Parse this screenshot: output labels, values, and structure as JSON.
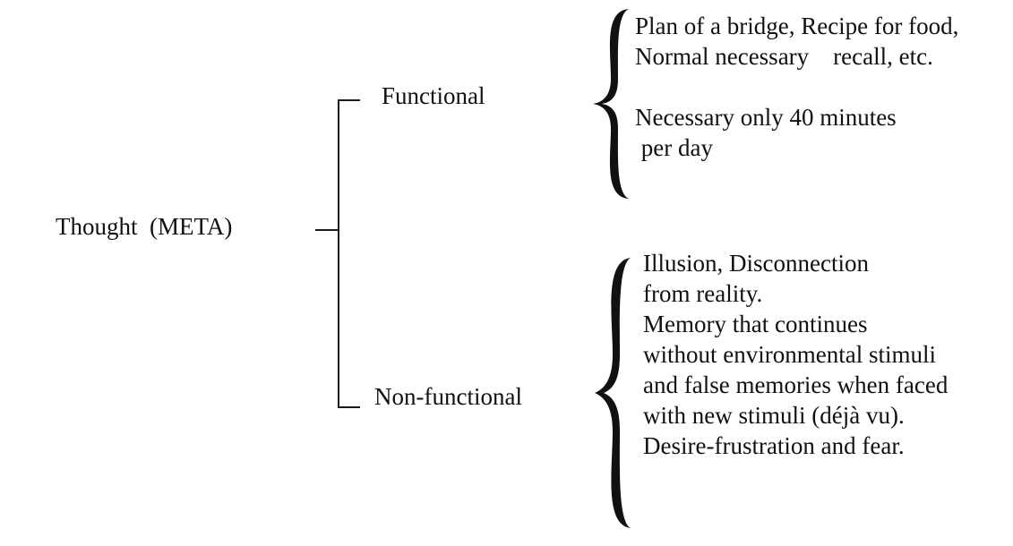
{
  "diagram": {
    "root_label": "Thought  (META)",
    "branches": [
      {
        "label": "Functional",
        "notes": [
          "Plan of a bridge, Recipe for food,",
          "Normal necessary    recall, etc.",
          "",
          "Necessary only 40 minutes",
          " per day"
        ]
      },
      {
        "label": "Non-functional",
        "notes": [
          "Illusion, Disconnection",
          "from reality.",
          "Memory that continues",
          "without environmental stimuli",
          "and false memories when faced",
          "with new stimuli (déjà vu).",
          "Desire-frustration and fear."
        ]
      }
    ]
  }
}
